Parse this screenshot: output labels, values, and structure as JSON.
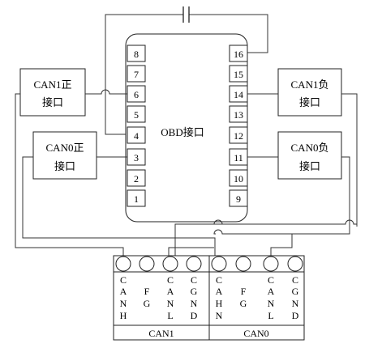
{
  "obd": {
    "label": "OBD接口",
    "left_pins": [
      "8",
      "7",
      "6",
      "5",
      "4",
      "3",
      "2",
      "1"
    ],
    "right_pins": [
      "16",
      "15",
      "14",
      "13",
      "12",
      "11",
      "10",
      "9"
    ]
  },
  "interfaces": {
    "can1_pos": {
      "line1": "CAN1正",
      "line2": "接口"
    },
    "can0_pos": {
      "line1": "CAN0正",
      "line2": "接口"
    },
    "can1_neg": {
      "line1": "CAN1负",
      "line2": "接口"
    },
    "can0_neg": {
      "line1": "CAN0负",
      "line2": "接口"
    }
  },
  "terminal": {
    "columns": [
      [
        "C",
        "A",
        "N",
        "H"
      ],
      [
        "F",
        "G"
      ],
      [
        "C",
        "A",
        "N",
        "L"
      ],
      [
        "C",
        "G",
        "N",
        "D"
      ],
      [
        "C",
        "A",
        "H",
        "N"
      ],
      [
        "F",
        "G"
      ],
      [
        "C",
        "A",
        "N",
        "L"
      ],
      [
        "C",
        "G",
        "N",
        "D"
      ]
    ],
    "groups": [
      "CAN1",
      "CAN0"
    ]
  }
}
